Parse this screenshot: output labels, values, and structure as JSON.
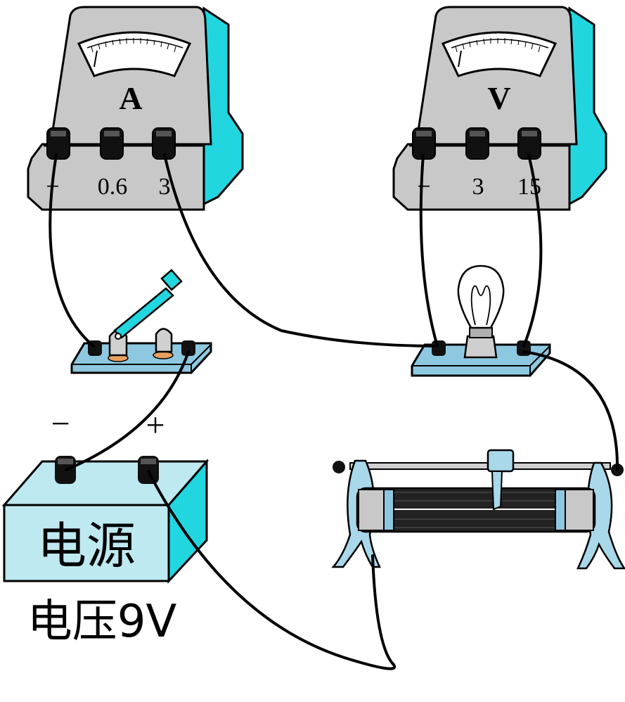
{
  "ammeter": {
    "symbol": "A",
    "terminals": [
      "−",
      "0.6",
      "3"
    ]
  },
  "voltmeter": {
    "symbol": "V",
    "terminals": [
      "−",
      "3",
      "15"
    ]
  },
  "battery": {
    "label": "电源",
    "neg_sign": "−",
    "pos_sign": "+",
    "caption": "电压9V"
  },
  "colors": {
    "meter_body": "#c8c8c8",
    "meter_side": "#22d6e0",
    "battery_face": "#bfe9f0",
    "battery_side": "#22d6e0",
    "board": "#8ec8e0",
    "wire": "#000000"
  }
}
